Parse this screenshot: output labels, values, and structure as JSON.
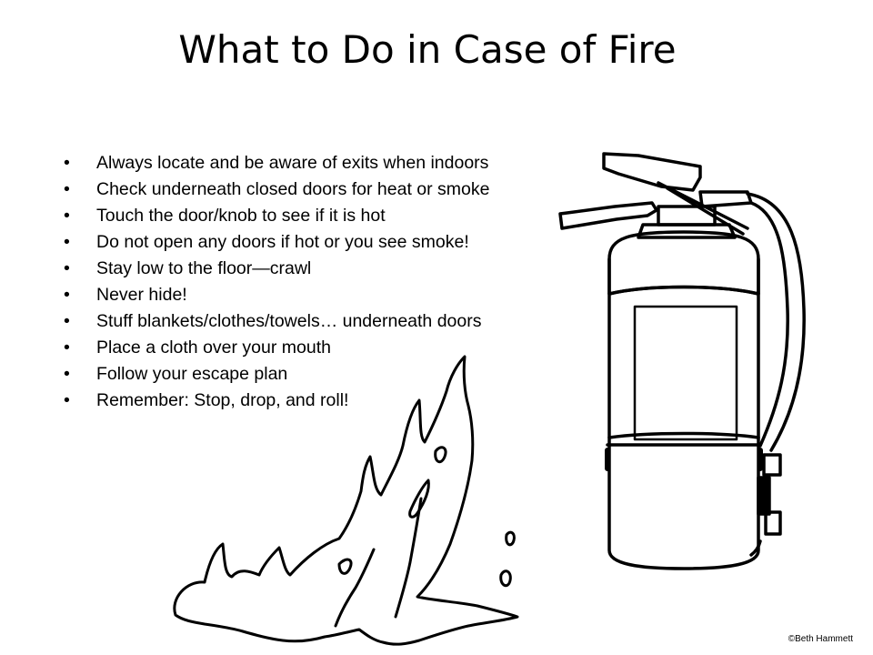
{
  "slide": {
    "title": "What to Do in Case of Fire",
    "bullet_symbol": "•",
    "bullets": [
      "Always locate and be aware of exits when indoors",
      "Check underneath closed doors for heat or smoke",
      "Touch the door/knob to see if it is hot",
      "Do not open any doors if hot or you see smoke!",
      "Stay low to the floor—crawl",
      "Never hide!",
      "Stuff blankets/clothes/towels… underneath doors",
      "Place a cloth over your mouth",
      "Follow your escape plan",
      "Remember: Stop, drop, and roll!"
    ],
    "credit": "©Beth  Hammett"
  },
  "illustrations": {
    "extinguisher": "fire-extinguisher-icon",
    "fire": "flame-icon"
  },
  "colors": {
    "text": "#000000",
    "background": "#ffffff",
    "line_art": "#000000"
  }
}
